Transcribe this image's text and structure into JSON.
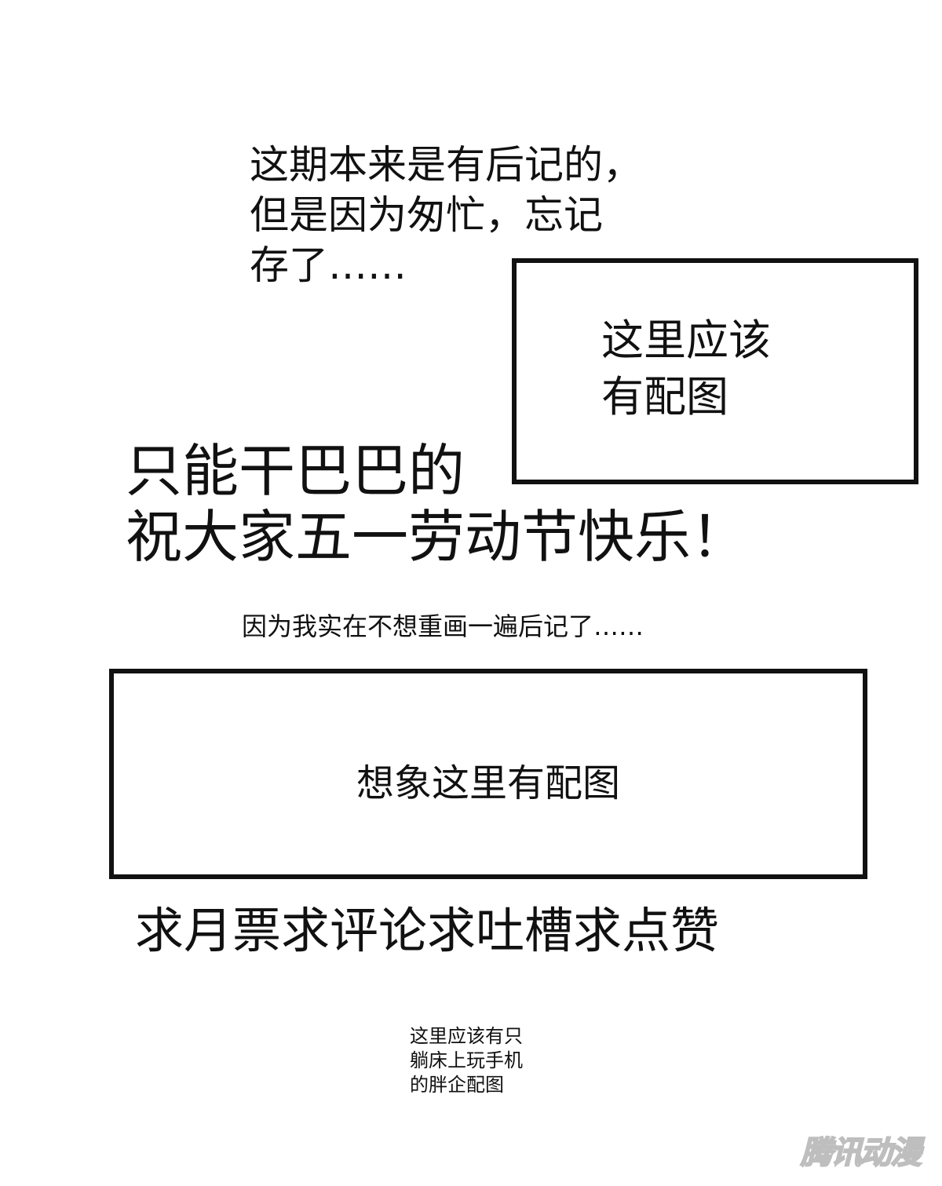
{
  "intro": {
    "lines": [
      "这期本来是有后记的，",
      "但是因为匆忙，忘记",
      "存了……"
    ]
  },
  "placeholder_box_1": {
    "lines": [
      "这里应该",
      "有配图"
    ]
  },
  "wish": {
    "lines": [
      "只能干巴巴的",
      "祝大家五一劳动节快乐！"
    ]
  },
  "note": "因为我实在不想重画一遍后记了……",
  "placeholder_box_2": {
    "text": "想象这里有配图"
  },
  "request": "求月票求评论求吐槽求点赞",
  "small_note": {
    "lines": [
      "这里应该有只",
      "躺床上玩手机",
      "的胖企配图"
    ]
  },
  "watermark": "腾讯动漫"
}
